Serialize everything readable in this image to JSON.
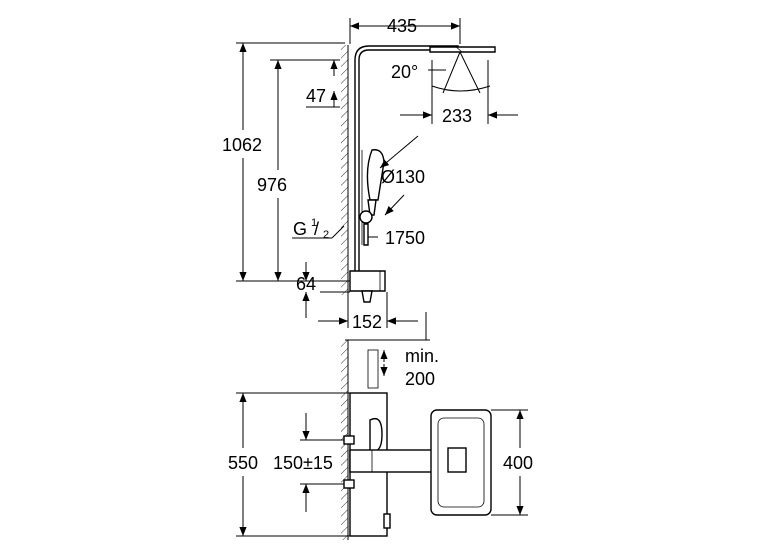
{
  "dimensions": {
    "width_top": "435",
    "angle": "20°",
    "head_offset": "47",
    "total_height": "1062",
    "arm_height": "976",
    "head_width": "233",
    "hand_shower_diameter": "Ø130",
    "hose_length": "1750",
    "connection": "G",
    "connection_sup": "1",
    "connection_sub": "2",
    "thermostat_height": "64",
    "wall_distance": "152",
    "clearance_label": "min.",
    "clearance_value": "200",
    "module_height": "550",
    "inlet_spacing": "150±15",
    "head_square": "400"
  }
}
